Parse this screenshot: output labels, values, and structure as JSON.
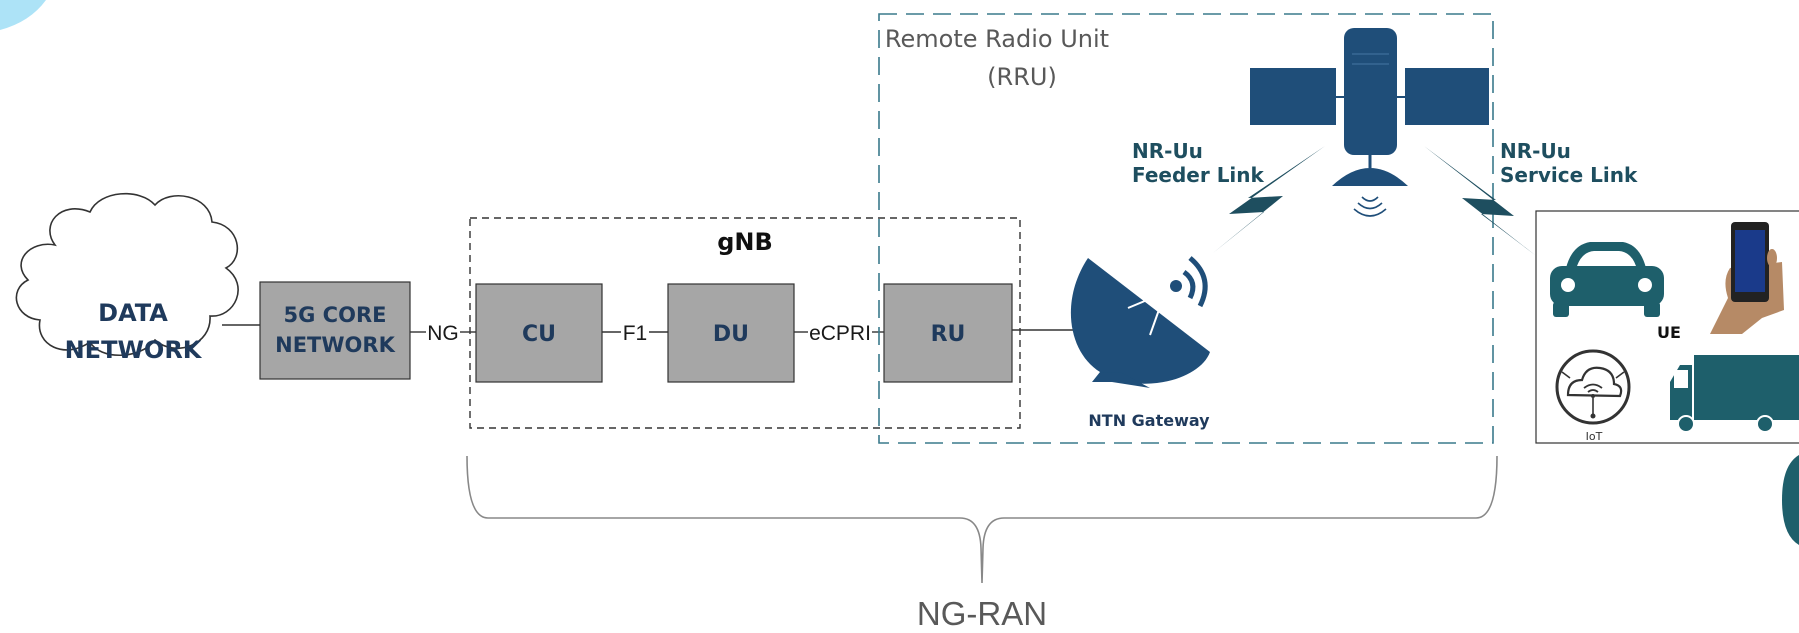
{
  "diagram": {
    "data_network": {
      "line1": "DATA",
      "line2": "NETWORK"
    },
    "core_network": {
      "line1": "5G CORE",
      "line2": "NETWORK"
    },
    "links": {
      "ng": "NG",
      "f1": "F1",
      "ecpri": "eCPRI"
    },
    "gnb": {
      "title": "gNB",
      "cu": "CU",
      "du": "DU",
      "ru": "RU"
    },
    "rru": {
      "line1": "Remote Radio Unit",
      "line2": "(RRU)"
    },
    "feeder_link": {
      "line1": "NR-Uu",
      "line2": "Feeder Link"
    },
    "service_link": {
      "line1": "NR-Uu",
      "line2": "Service Link"
    },
    "gateway": {
      "label": "NTN Gateway"
    },
    "ue": {
      "label": "UE",
      "iot_label": "IoT"
    },
    "ng_ran": {
      "label": "NG-RAN"
    }
  },
  "colors": {
    "box_fill": "#a6a6a6",
    "dark_blue": "#1f4e79",
    "teal": "#1e5f6b",
    "rru_dash": "#3a7a8c"
  }
}
